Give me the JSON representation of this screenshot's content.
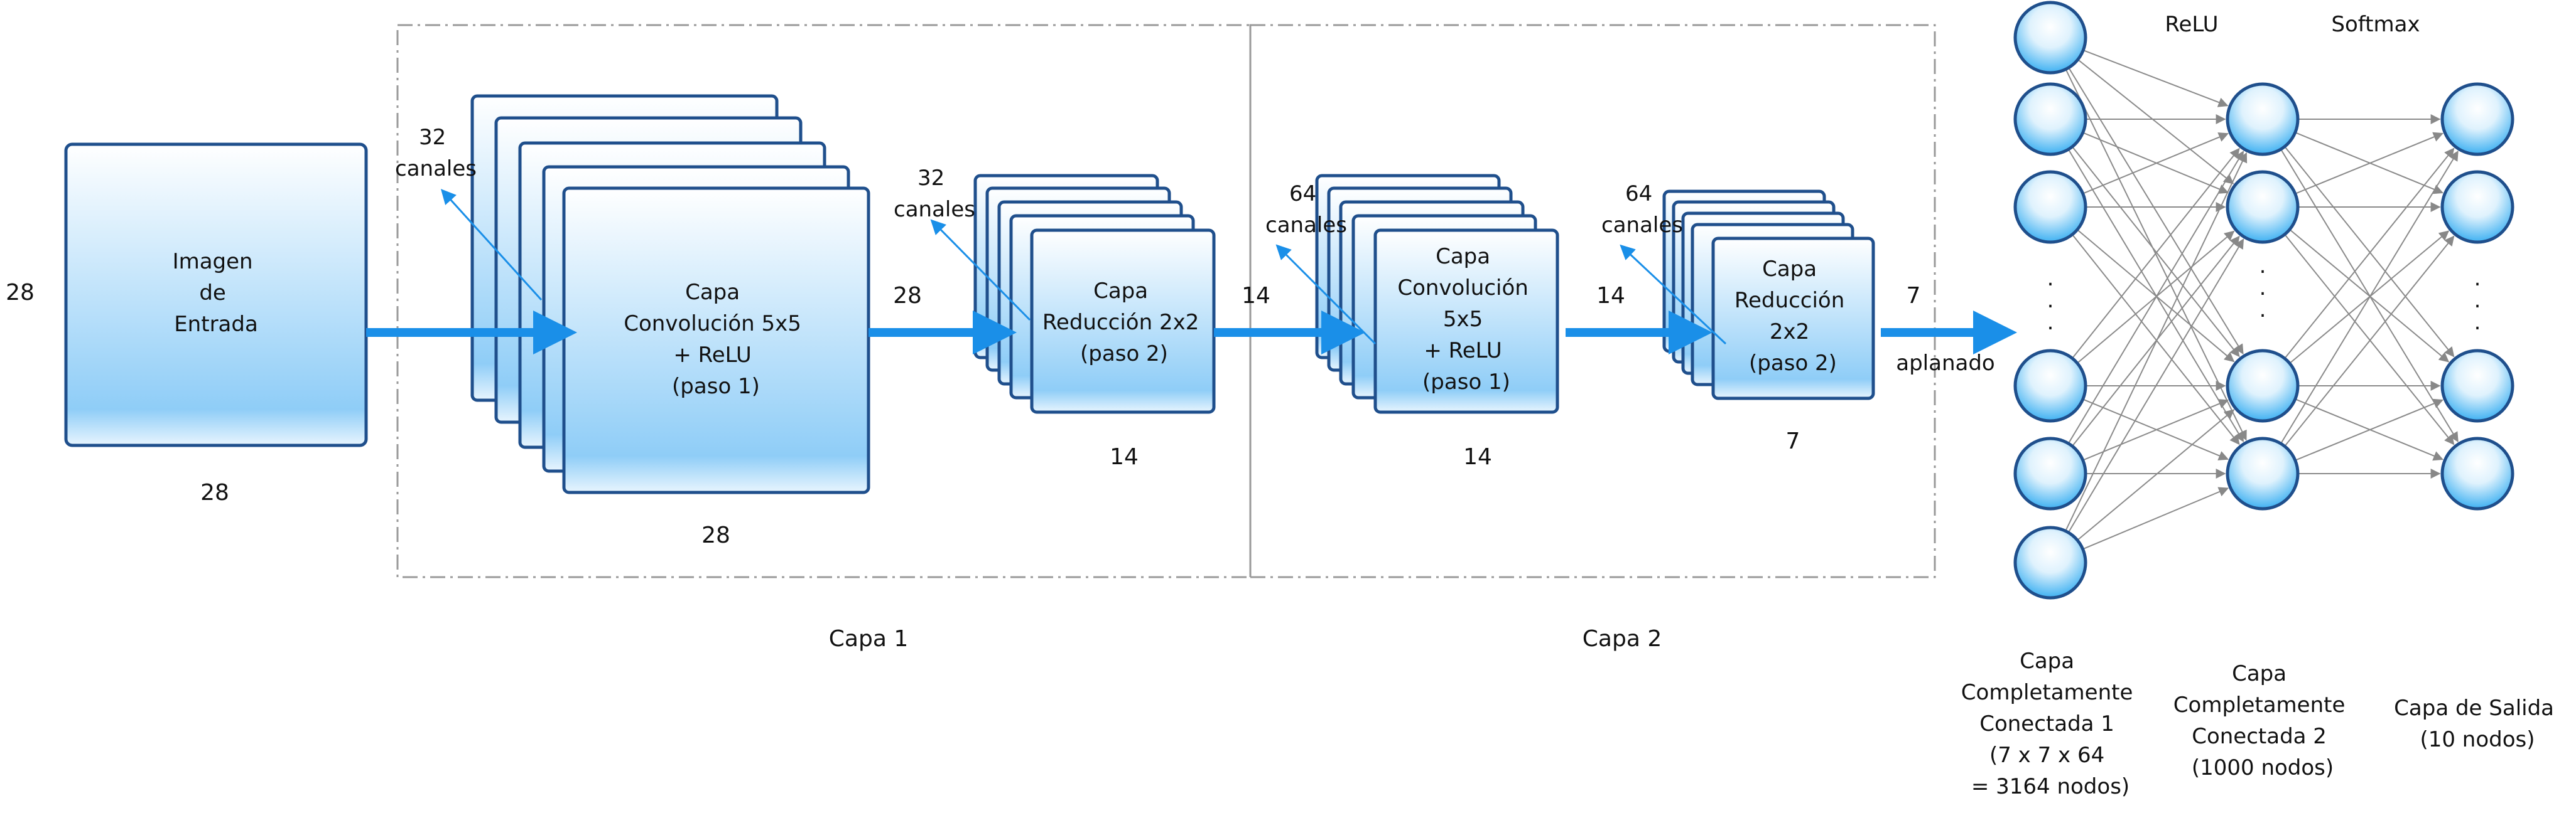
{
  "input": {
    "label_lines": [
      "Imagen",
      "de",
      "Entrada"
    ],
    "height_label": "28",
    "width_label": "28"
  },
  "conv1": {
    "label_lines": [
      "Capa",
      "Convolución 5x5",
      "+ ReLU",
      "(paso 1)"
    ],
    "channels_lines": [
      "32",
      "canales"
    ],
    "out_height_label": "28",
    "out_width_label": "28"
  },
  "pool1": {
    "label_lines": [
      "Capa",
      "Reducción 2x2",
      "(paso 2)"
    ],
    "channels_lines": [
      "32",
      "canales"
    ],
    "out_height_label": "14",
    "out_width_label": "14"
  },
  "conv2": {
    "label_lines": [
      "Capa",
      "Convolución",
      "5x5",
      "+ ReLU",
      "(paso 1)"
    ],
    "channels_lines": [
      "64",
      "canales"
    ],
    "out_height_label": "14",
    "out_width_label": "14"
  },
  "pool2": {
    "label_lines": [
      "Capa",
      "Reducción",
      "2x2",
      "(paso 2)"
    ],
    "channels_lines": [
      "64",
      "canales"
    ],
    "out_height_label": "7",
    "out_width_label": "7"
  },
  "flatten_label": "aplanado",
  "group_labels": {
    "layer1": "Capa 1",
    "layer2": "Capa 2"
  },
  "activations": {
    "relu": "ReLU",
    "softmax": "Softmax"
  },
  "dense": {
    "fc1_lines": [
      "Capa",
      "Completamente",
      "Conectada 1",
      "(7 x 7 x 64",
      "= 3164 nodos)"
    ],
    "fc2_lines": [
      "Capa",
      "Completamente",
      "Conectada 2",
      "(1000 nodos)"
    ],
    "out_lines": [
      "Capa de Salida",
      "(10 nodos)"
    ],
    "ellipsis": "."
  },
  "colors": {
    "accent": "#1a8fe8",
    "box_border": "#1f4f8c",
    "box_top": "#ffffff",
    "box_bottom": "#8fcdf7",
    "dash": "#9a9a9a",
    "edge": "#8a8a8a"
  }
}
